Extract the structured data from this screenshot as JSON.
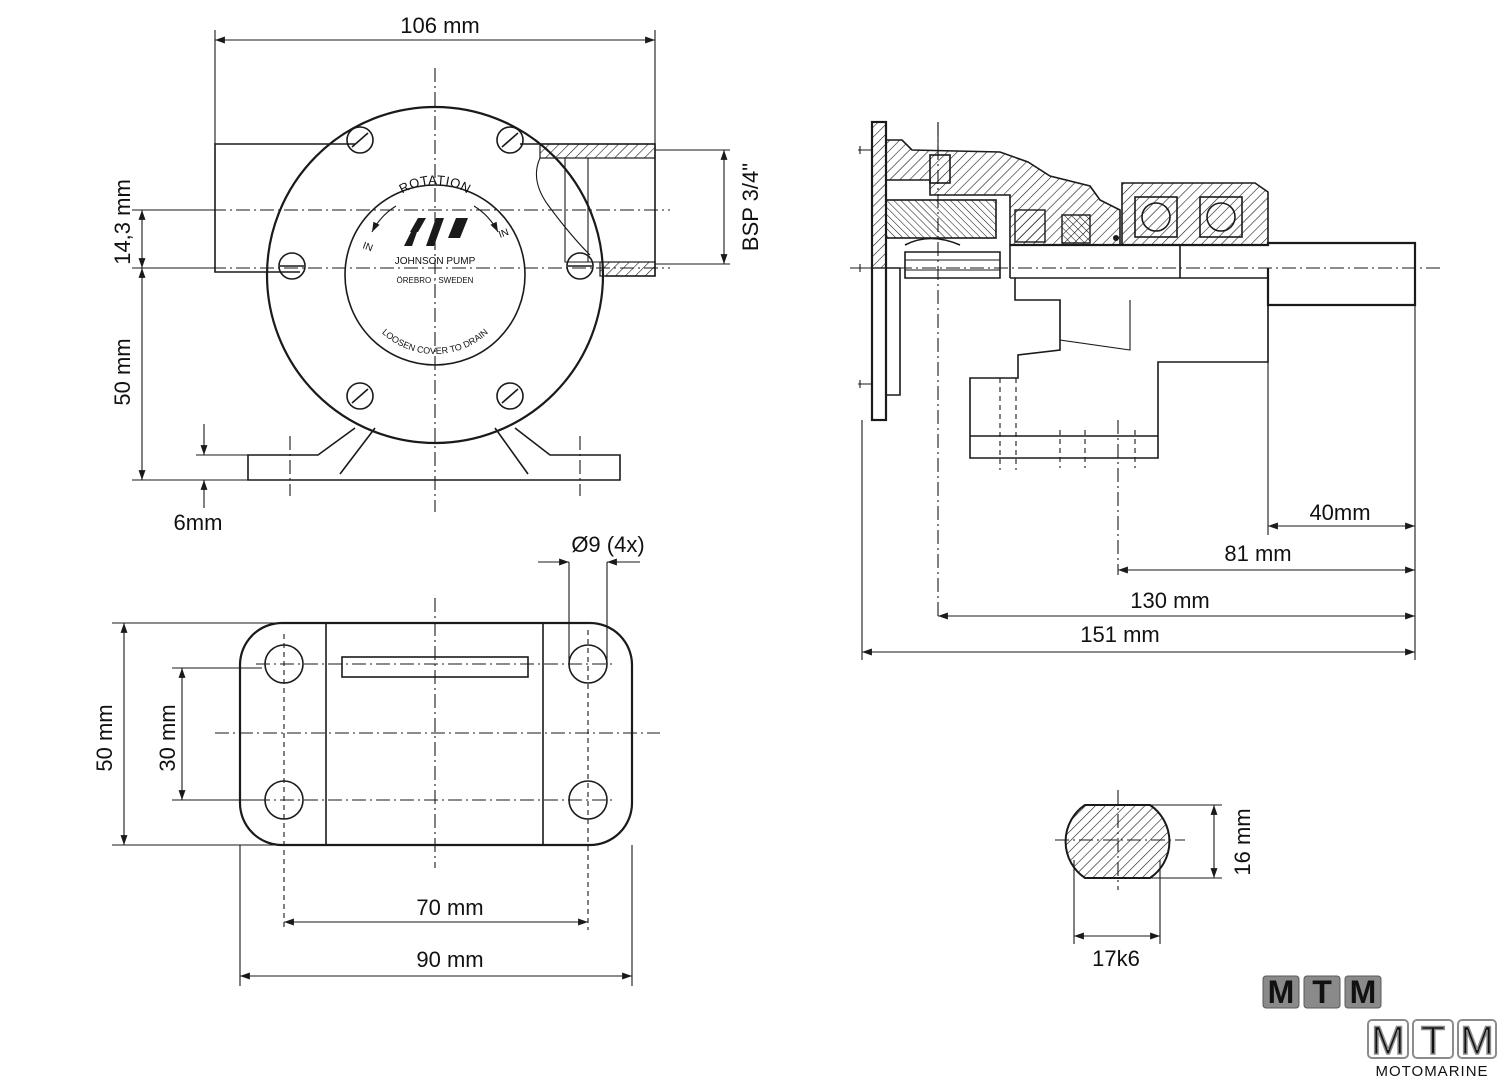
{
  "dimensions": {
    "width_106": "106 mm",
    "height_14_3": "14,3 mm",
    "height_50_front": "50 mm",
    "foot_6": "6mm",
    "port_bsp": "BSP 3/4\"",
    "hole_dia": "Ø9 (4x)",
    "base_50": "50 mm",
    "base_30": "30 mm",
    "base_70": "70 mm",
    "base_90": "90 mm",
    "side_40": "40mm",
    "side_81": "81 mm",
    "side_130": "130 mm",
    "side_151": "151 mm",
    "shaft_16": "16 mm",
    "shaft_17k6": "17k6"
  },
  "cover_plate": {
    "rotation": "ROTATION",
    "in_left": "IN",
    "in_right": "IN",
    "brand": "JOHNSON PUMP",
    "city": "ÖREBRO · SWEDEN",
    "drain": "LOOSEN COVER TO DRAIN"
  },
  "logos": {
    "letters": [
      "M",
      "T",
      "M"
    ],
    "company": "MOTOMARINE"
  },
  "colors": {
    "line": "#1a1a1a",
    "logo_gray": "#8a8a8a"
  }
}
